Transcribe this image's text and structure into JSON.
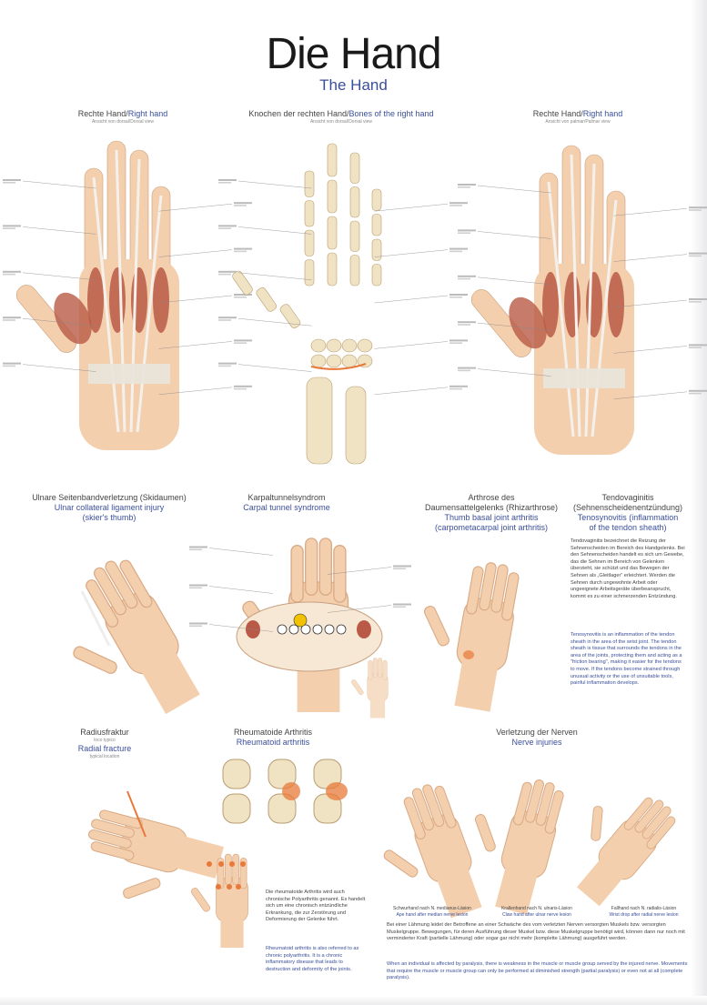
{
  "title": "Die Hand",
  "subtitle": "The Hand",
  "top": {
    "dorsal": {
      "de": "Rechte Hand/",
      "en": "Right hand",
      "view": "Ansicht von dorsal/Dorsal view"
    },
    "bones": {
      "de": "Knochen der rechten Hand/",
      "en": "Bones of the right hand",
      "view": "Ansicht von dorsal/Dorsal view"
    },
    "palmar": {
      "de": "Rechte Hand/",
      "en": "Right hand",
      "view": "Ansicht von palmar/Palmar view"
    }
  },
  "middle": {
    "ucl": {
      "de": "Ulnare Seitenbandverletzung (Skidaumen)",
      "en1": "Ulnar collateral ligament injury",
      "en2": "(skier's thumb)"
    },
    "cts": {
      "de": "Karpaltunnelsyndrom",
      "en": "Carpal tunnel syndrome"
    },
    "arth": {
      "de1": "Arthrose des",
      "de2": "Daumensattelgelenks (Rhizarthrose)",
      "en1": "Thumb basal joint arthritis",
      "en2": "(carpometacarpal joint arthritis)"
    },
    "tendo": {
      "de1": "Tendovaginitis",
      "de2": "(Sehnenscheidenentzündung)",
      "en1": "Tenosynovitis (inflammation",
      "en2": "of the tendon sheath)",
      "text_de": "Tendovaginitis bezeichnet die Reizung der Sehnenscheiden im Bereich des Handgelenks. Bei den Sehnenscheiden handelt es sich um Gewebe, das die Sehnen im Bereich von Gelenken überzieht, sie schützt und das Bewegen der Sehnen als „Gleitlager“ erleichtert. Werden die Sehnen durch ungewohnte Arbeit oder ungeeignete Arbeitsgeräte überbeansprucht, kommt es zu einer schmerzenden Entzündung.",
      "text_en": "Tenosynovitis is an inflammation of the tendon sheath in the area of the wrist joint. The tendon sheath is tissue that surrounds the tendons in the area of the joints, protecting them and acting as a \"friction bearing\", making it easier for the tendons to move. If the tendons become strained through unusual activity or the use of unsuitable tools, painful inflammation develops."
    }
  },
  "bottom": {
    "radius": {
      "de": "Radiusfraktur",
      "loc": "loco typico",
      "en": "Radial fracture",
      "loc_en": "typical location"
    },
    "ra": {
      "de": "Rheumatoide Arthritis",
      "en": "Rheumatoid arthritis",
      "text_de": "Die rheumatoide Arthritis wird auch chronische Polyarthritis genannt. Es handelt sich um eine chronisch entzündliche Erkrankung, die zur Zerstörung und Deformierung der Gelenke führt.",
      "text_en": "Rheumatoid arthritis is also referred to as chronic polyarthritis. It is a chronic inflammatory disease that leads to destruction and deformity of the joints."
    },
    "nerve": {
      "de": "Verletzung der Nerven",
      "en": "Nerve injuries",
      "captions": [
        {
          "de": "Schwurhand nach N. medianus-Läsion",
          "en": "Ape hand after median nerve lesion"
        },
        {
          "de": "Krallenhand nach N. ulnaris-Läsion",
          "en": "Claw hand after ulnar nerve lesion"
        },
        {
          "de": "Fallhand nach N. radialis-Läsion",
          "en": "Wrist drop after radial nerve lesion"
        }
      ],
      "text_de": "Bei einer Lähmung leidet der Betroffene an einer Schwäche des vom verletzten Nerven versorgten Muskels bzw. versorgten Muskelgruppe. Bewegungen, für deren Ausführung dieser Muskel bzw. diese Muskelgruppe benötigt wird, können dann nur noch mit verminderter Kraft (partielle Lähmung) oder sogar gar nicht mehr (komplette Lähmung) ausgeführt werden.",
      "text_en": "When an individual is affected by paralysis, there is weakness in the muscle or muscle group served by the injured nerve. Movements that require the muscle or muscle group can only be performed at diminished strength (partial paralysis) or even not at all (complete paralysis)."
    }
  },
  "colors": {
    "skin": "#f3cfae",
    "muscle": "#b95a46",
    "bone": "#efe3c4",
    "accent": "#3a4f9a",
    "inflamed": "#e8793a"
  }
}
